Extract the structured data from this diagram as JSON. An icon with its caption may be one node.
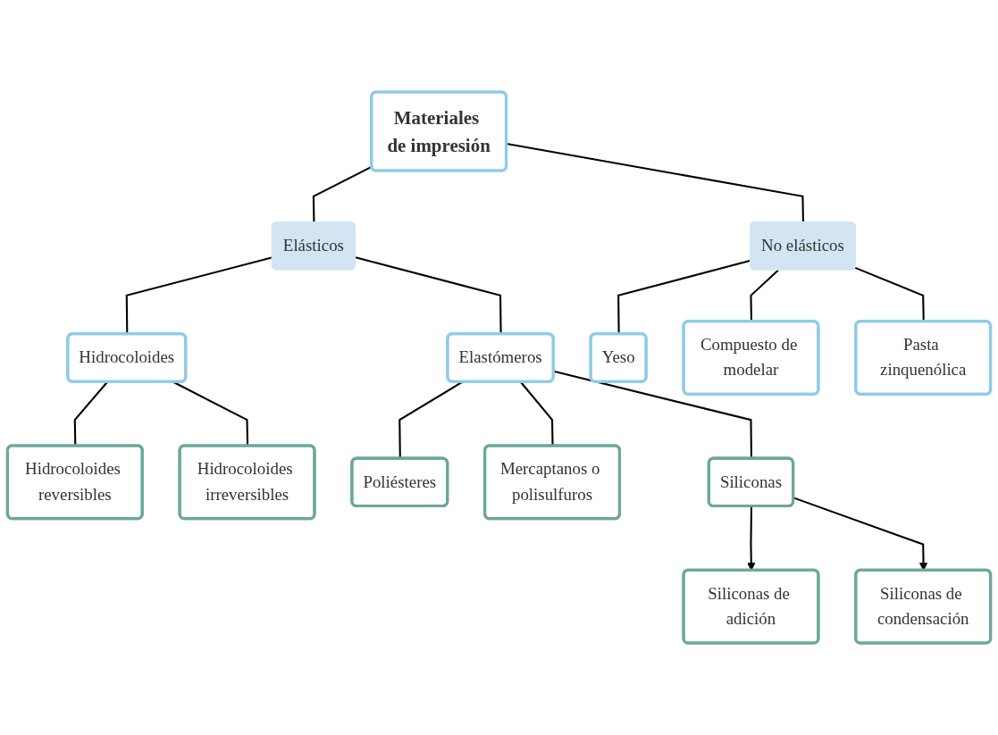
{
  "diagram": {
    "nodes": [
      {
        "text": [
          "Materiales de impresión"
        ]
      },
      {
        "text": [
          "Elásticos"
        ]
      },
      {
        "text": [
          "No elásticos"
        ]
      },
      {
        "text": [
          "Hidrocoloides"
        ]
      },
      {
        "text": [
          "Elastómeros"
        ]
      },
      {
        "text": [
          "Yeso"
        ]
      },
      {
        "text": [
          "Compuesto de modelar"
        ]
      },
      {
        "text": [
          "Pasta zinquenólica"
        ]
      },
      {
        "text": [
          "Hidrocoloides reversibles"
        ]
      },
      {
        "text": [
          "Hidrocoloides irreversibles"
        ]
      },
      {
        "text": [
          "Poliésteres"
        ]
      },
      {
        "text": [
          "Mercaptanos o polisulfuros"
        ]
      },
      {
        "text": [
          "Siliconas"
        ]
      },
      {
        "text": [
          "Siliconas de adición"
        ]
      },
      {
        "text": [
          "Siliconas de condensación"
        ]
      }
    ],
    "edges": [
      {
        "from": 0,
        "to": 1,
        "arrow": "none"
      },
      {
        "from": 0,
        "to": 2,
        "arrow": "none"
      },
      {
        "from": 1,
        "to": 3,
        "arrow": "none"
      },
      {
        "from": 1,
        "to": 4,
        "arrow": "none"
      },
      {
        "from": 2,
        "to": 5,
        "arrow": "none"
      },
      {
        "from": 2,
        "to": 6,
        "arrow": "none"
      },
      {
        "from": 2,
        "to": 7,
        "arrow": "none"
      },
      {
        "from": 3,
        "to": 8,
        "arrow": "none"
      },
      {
        "from": 3,
        "to": 9,
        "arrow": "none"
      },
      {
        "from": 4,
        "to": 10,
        "arrow": "none"
      },
      {
        "from": 4,
        "to": 11,
        "arrow": "none"
      },
      {
        "from": 4,
        "to": 12,
        "arrow": "none"
      },
      {
        "from": 12,
        "to": 13,
        "arrow": "to"
      },
      {
        "from": 12,
        "to": 14,
        "arrow": "to"
      }
    ]
  }
}
